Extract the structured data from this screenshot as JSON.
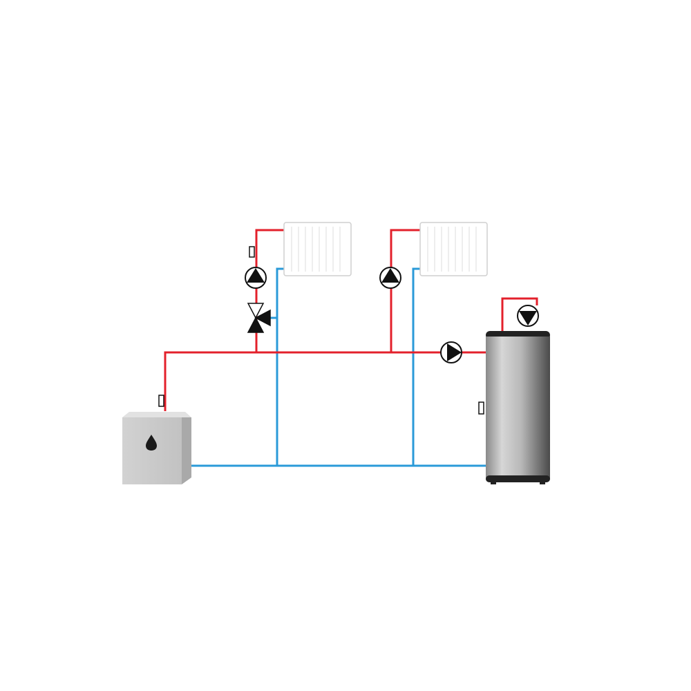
{
  "diagram": {
    "labels": [],
    "colors": {
      "supply_pipe": "#e3202b",
      "return_pipe": "#2a9ad8",
      "background": "#ffffff",
      "boiler_body": "#c9c9c9",
      "tank_mid": "#c4c4c4",
      "tank_dark": "#4a4a4a",
      "symbol": "#111111"
    },
    "components": {
      "boiler": {
        "type": "oil-boiler",
        "icon": "oil-drop-icon"
      },
      "tank": {
        "type": "hot-water-storage-cylinder"
      },
      "radiators": [
        "radiator-1",
        "radiator-2"
      ],
      "pumps": [
        "pump-circuit-1",
        "pump-circuit-2",
        "pump-tank-charge",
        "pump-circulation"
      ],
      "valves": [
        "mixing-valve"
      ],
      "sensors": [
        "sensor-boiler",
        "sensor-circuit-1",
        "sensor-tank"
      ]
    }
  }
}
